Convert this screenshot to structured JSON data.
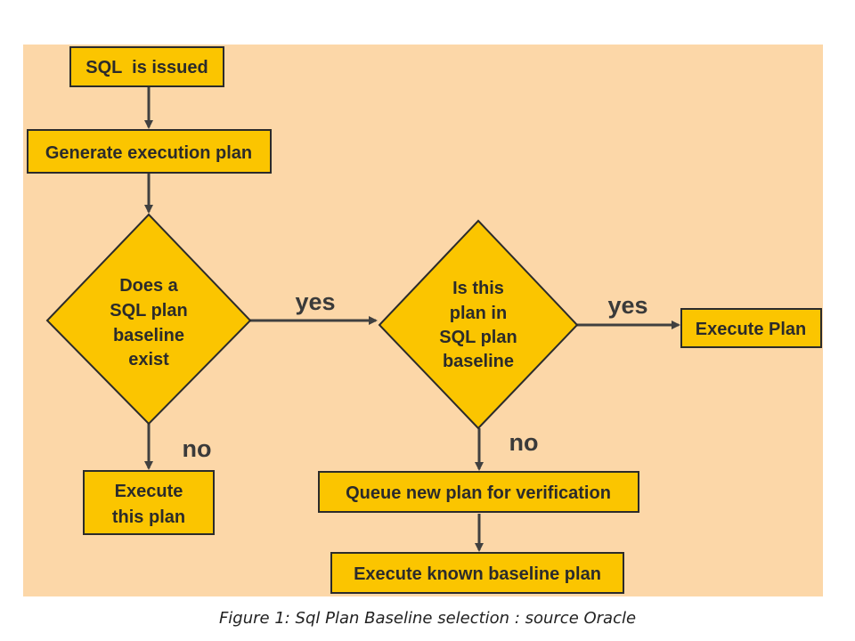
{
  "colors": {
    "panel": "#fcd7a8",
    "node_fill": "#fbc500",
    "node_border": "#2b2b2b",
    "arrow": "#404040"
  },
  "nodes": {
    "sql_issued": "SQL  is issued",
    "generate_plan": "Generate execution plan",
    "baseline_exists": [
      "Does a",
      "SQL plan",
      "baseline",
      "exist"
    ],
    "plan_in_baseline": [
      "Is this",
      "plan in",
      "SQL plan",
      "baseline"
    ],
    "execute_plan": "Execute Plan",
    "execute_this_plan": [
      "Execute",
      "this plan"
    ],
    "queue_plan": "Queue new plan for verification",
    "execute_known": "Execute known baseline plan"
  },
  "edge_labels": {
    "yes_1": "yes",
    "yes_2": "yes",
    "no_1": "no",
    "no_2": "no"
  },
  "caption": "Figure 1: Sql Plan Baseline selection : source Oracle"
}
